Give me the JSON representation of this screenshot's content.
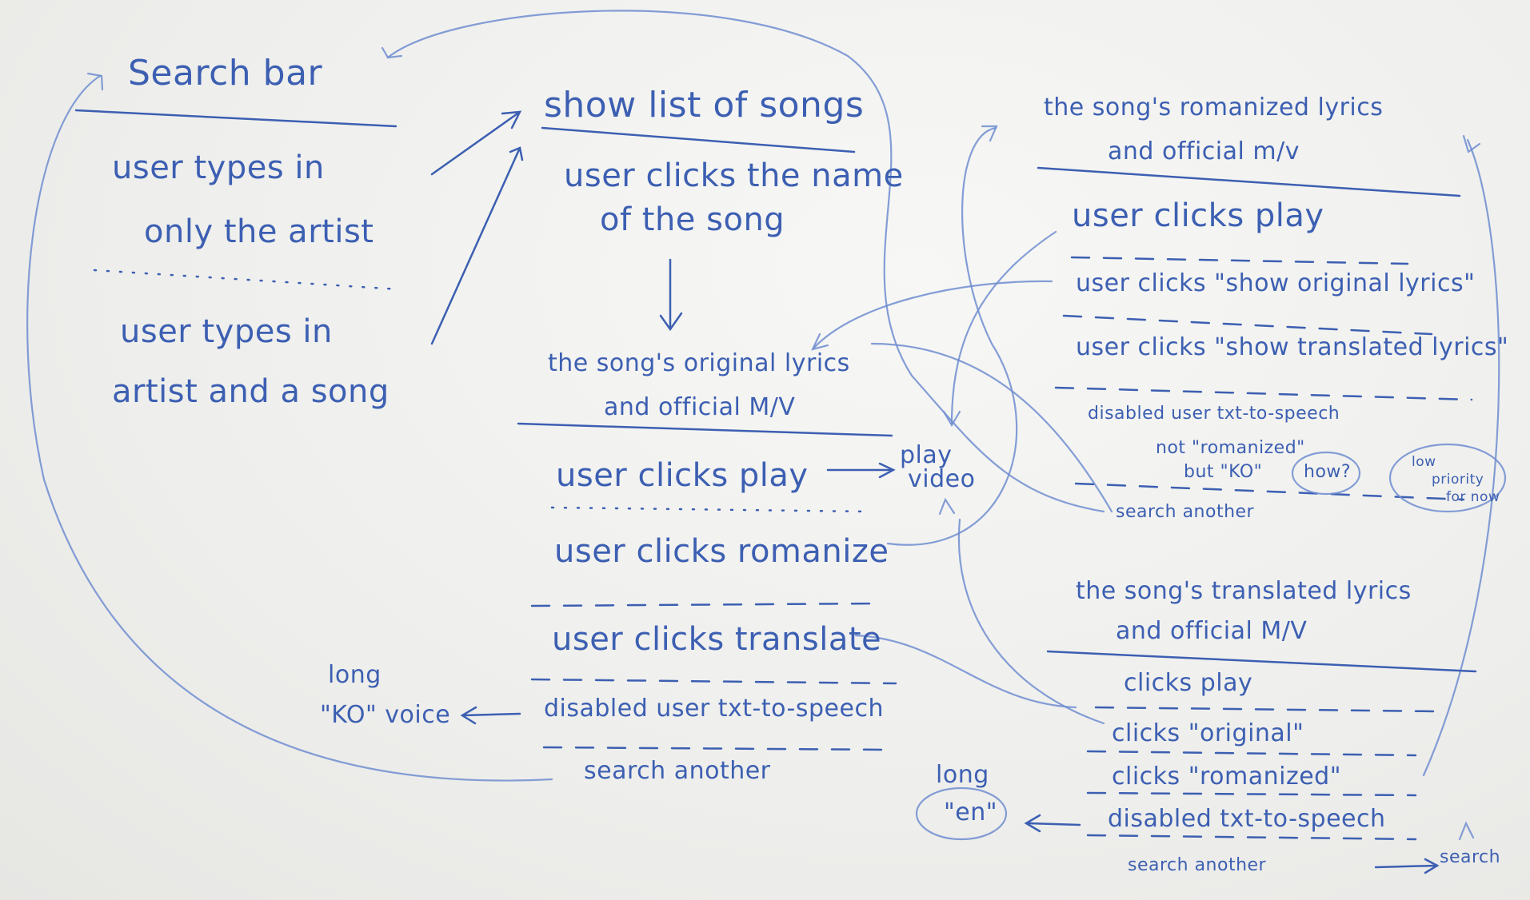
{
  "search": {
    "title": "Search bar",
    "opt1_l1": "user types in",
    "opt1_l2": "only the artist",
    "opt2_l1": "user types in",
    "opt2_l2": "artist and a song"
  },
  "list": {
    "title": "show list of songs",
    "l1": "user clicks the name",
    "l2": "of the song"
  },
  "original": {
    "title_l1": "the song's original lyrics",
    "title_l2": "and official M/V",
    "play": "user clicks play",
    "romanize": "user clicks romanize",
    "translate": "user clicks translate",
    "tts": "disabled user txt-to-speech",
    "search_another": "search another"
  },
  "play_video": {
    "l1": "play",
    "l2": "video"
  },
  "ko_note": {
    "long": "long",
    "voice": "\"KO\" voice"
  },
  "romanized": {
    "title_l1": "the song's romanized lyrics",
    "title_l2": "and official m/v",
    "play": "user clicks play",
    "show_original": "user clicks \"show original lyrics\"",
    "show_translated": "user clicks \"show translated lyrics\"",
    "tts": "disabled user txt-to-speech",
    "note_l1": "not \"romanized\"",
    "note_l2": "but \"KO\"",
    "how": "how?",
    "priority_l1": "low",
    "priority_l2": "priority",
    "priority_l3": "for now",
    "search_another": "search another"
  },
  "translated": {
    "title_l1": "the song's translated lyrics",
    "title_l2": "and official M/V",
    "play": "clicks play",
    "original": "clicks \"original\"",
    "romanized": "clicks \"romanized\"",
    "tts": "disabled txt-to-speech",
    "search_another": "search another",
    "search_arrow": "search"
  },
  "en_note": {
    "long": "long",
    "en": "\"en\""
  },
  "colors": {
    "ink": "#3c5fb2",
    "board": "#f1f1ef"
  }
}
